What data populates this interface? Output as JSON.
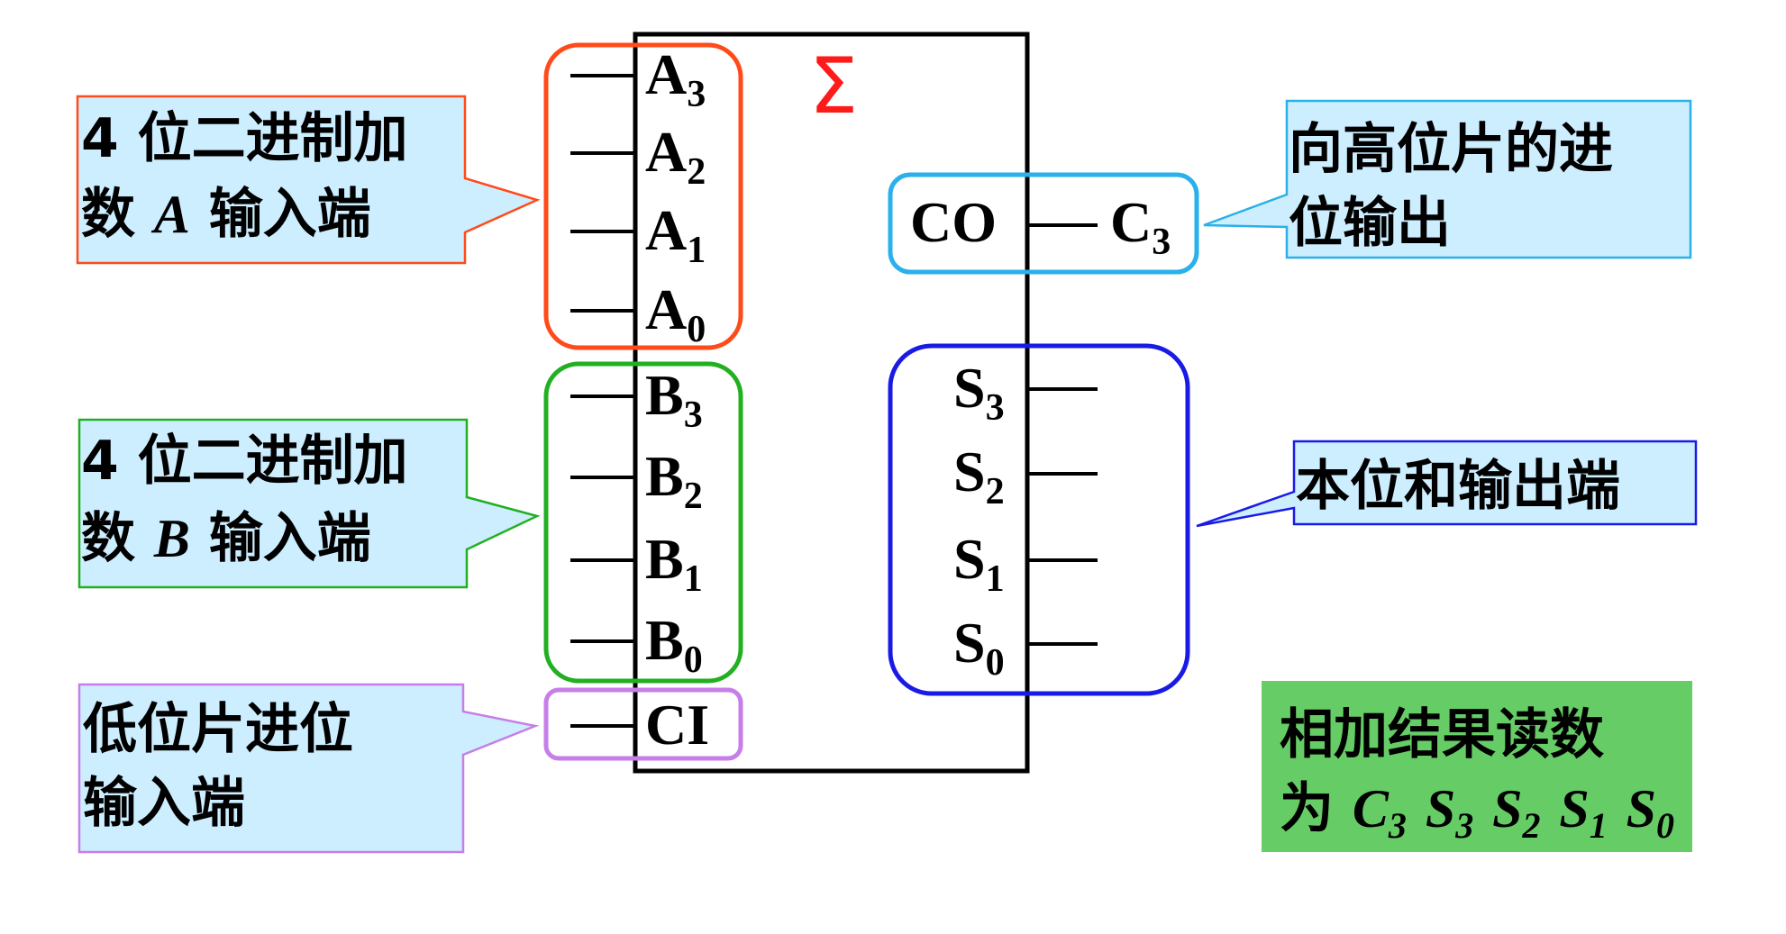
{
  "symbol": "Σ",
  "inputs_a": [
    {
      "letter": "A",
      "sub": "3"
    },
    {
      "letter": "A",
      "sub": "2"
    },
    {
      "letter": "A",
      "sub": "1"
    },
    {
      "letter": "A",
      "sub": "0"
    }
  ],
  "inputs_b": [
    {
      "letter": "B",
      "sub": "3"
    },
    {
      "letter": "B",
      "sub": "2"
    },
    {
      "letter": "B",
      "sub": "1"
    },
    {
      "letter": "B",
      "sub": "0"
    }
  ],
  "carry_in": "CI",
  "carry_out": {
    "label": "CO",
    "output_letter": "C",
    "output_sub": "3"
  },
  "sum_outputs": [
    {
      "letter": "S",
      "sub": "3"
    },
    {
      "letter": "S",
      "sub": "2"
    },
    {
      "letter": "S",
      "sub": "1"
    },
    {
      "letter": "S",
      "sub": "0"
    }
  ],
  "callouts": {
    "input_a": {
      "line1": "4 位二进制加",
      "line2_pre": "数 ",
      "line2_var": "A",
      "line2_post": " 输入端"
    },
    "input_b": {
      "line1": "4 位二进制加",
      "line2_pre": "数 ",
      "line2_var": "B",
      "line2_post": " 输入端"
    },
    "carry_in": {
      "line1": "低位片进位",
      "line2": "输入端"
    },
    "carry_out": {
      "line1": "向高位片的进",
      "line2": "位输出"
    },
    "sum": {
      "line1": "本位和输出端"
    },
    "result": {
      "line1": "相加结果读数",
      "line2_pre": "为 ",
      "terms": [
        {
          "letter": "C",
          "sub": "3"
        },
        {
          "letter": "S",
          "sub": "3"
        },
        {
          "letter": "S",
          "sub": "2"
        },
        {
          "letter": "S",
          "sub": "1"
        },
        {
          "letter": "S",
          "sub": "0"
        }
      ]
    }
  },
  "colors": {
    "box_a": "#ff4a1a",
    "box_b": "#22b022",
    "box_ci": "#c77ee8",
    "box_co": "#2ab0ea",
    "box_sum": "#1a1ae6",
    "callout_fill": "#cdeeff",
    "result_fill": "#66cc66",
    "symbol": "#ff1a1a"
  }
}
